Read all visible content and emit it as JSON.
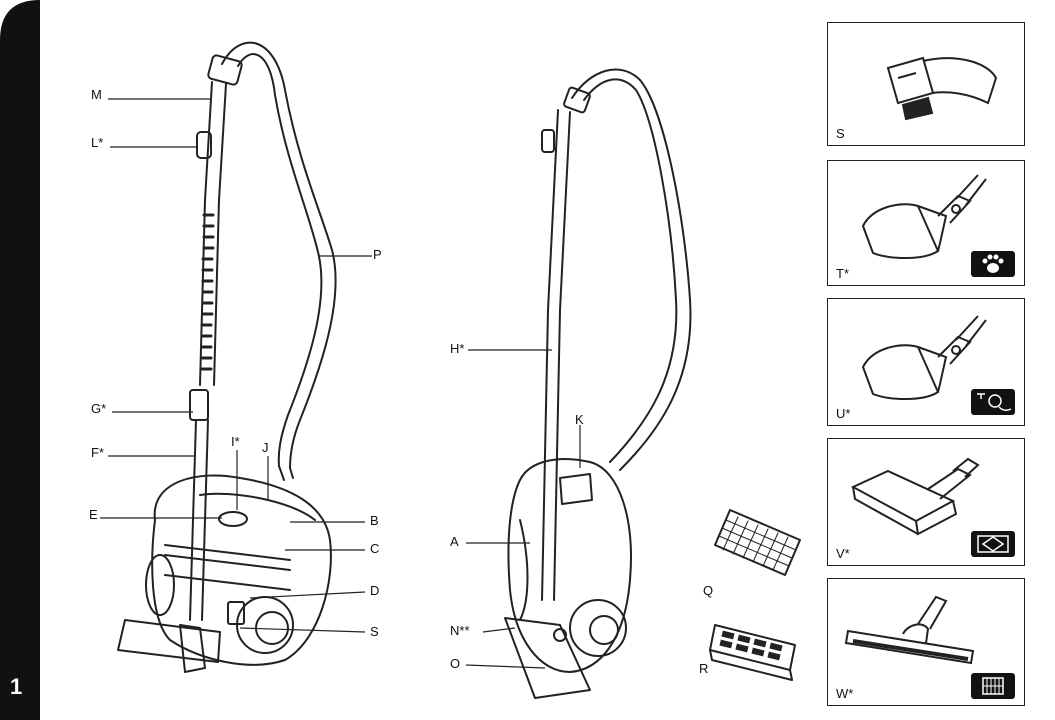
{
  "figure_number": "1",
  "labels_left": {
    "M": "M",
    "L": "L*",
    "G": "G*",
    "F": "F*",
    "E": "E",
    "I": "I*",
    "J": "J",
    "P": "P",
    "B": "B",
    "C": "C",
    "D": "D",
    "S": "S"
  },
  "labels_mid": {
    "H": "H*",
    "K": "K",
    "A": "A",
    "N": "N**",
    "O": "O",
    "Q": "Q",
    "R": "R"
  },
  "panels": [
    {
      "id": "S",
      "label": "S",
      "icon": "brush-nozzle"
    },
    {
      "id": "T",
      "label": "T*",
      "icon": "paw-icon"
    },
    {
      "id": "U",
      "label": "U*",
      "icon": "turbo-brush-icon"
    },
    {
      "id": "V",
      "label": "V*",
      "icon": "carpet-icon"
    },
    {
      "id": "W",
      "label": "W*",
      "icon": "hard-floor-icon"
    }
  ]
}
